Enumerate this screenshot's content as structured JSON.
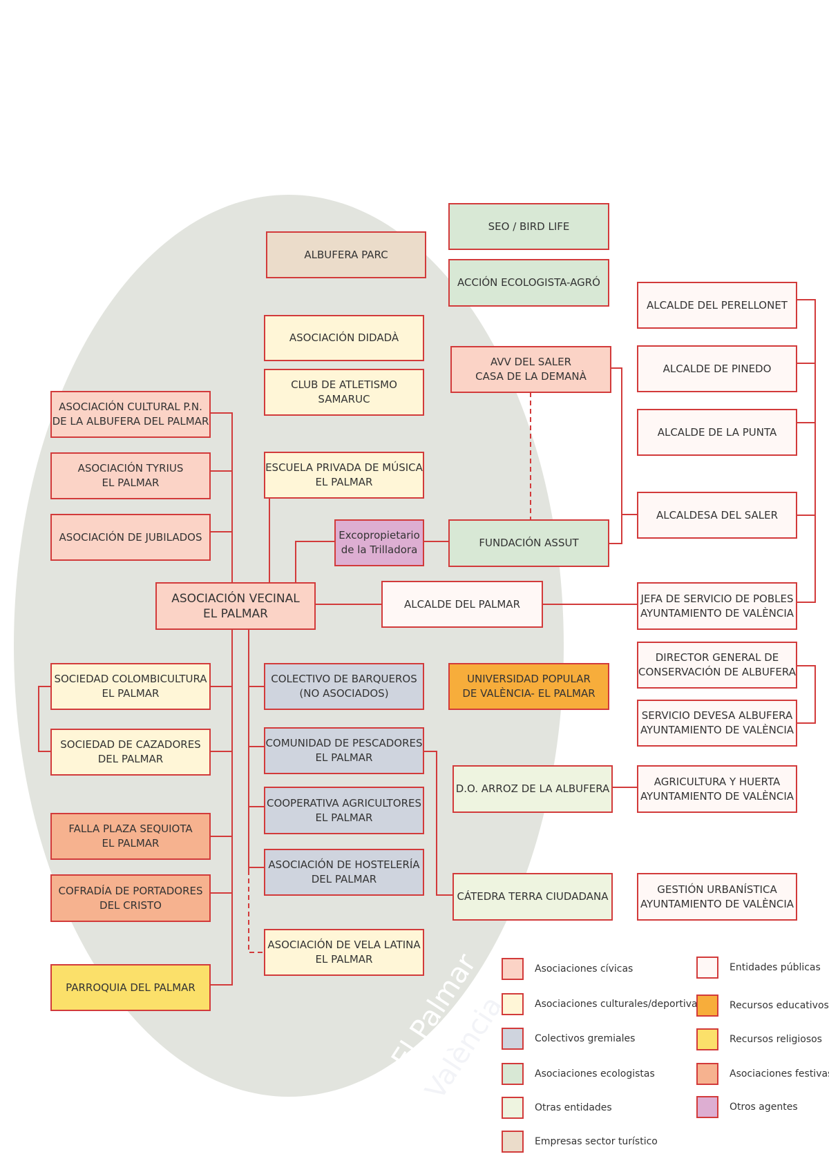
{
  "nodes": {
    "albufera_parc": [
      "ALBUFERA PARC"
    ],
    "seo_bird_life": [
      "SEO / BIRD LIFE"
    ],
    "accion_ecologista": [
      "ACCIÓN ECOLOGISTA-AGRÓ"
    ],
    "asociacion_didada": [
      "ASOCIACIÓN DIDADÀ"
    ],
    "club_atletismo": [
      "CLUB DE ATLETISMO",
      "SAMARUC"
    ],
    "avv_saler": [
      "AVV DEL SALER",
      "CASA DE LA DEMANÀ"
    ],
    "alcalde_perellonet": [
      "ALCALDE DEL PERELLONET"
    ],
    "alcalde_pinedo": [
      "ALCALDE DE PINEDO"
    ],
    "alcalde_punta": [
      "ALCALDE DE LA PUNTA"
    ],
    "alcaldesa_saler": [
      "ALCALDESA DEL SALER"
    ],
    "asoc_cultural_pn": [
      "ASOCIACIÓN CULTURAL P.N.",
      "DE LA ALBUFERA DEL PALMAR"
    ],
    "asoc_tyrius": [
      "ASOCIACIÓN TYRIUS",
      "EL PALMAR"
    ],
    "asoc_jubilados": [
      "ASOCIACIÓN DE JUBILADOS"
    ],
    "escuela_musica": [
      "ESCUELA PRIVADA DE MÚSICA",
      "EL PALMAR"
    ],
    "excopropietario": [
      "Excopropietario",
      "de la Trilladora"
    ],
    "fundacion_assut": [
      "FUNDACIÓN ASSUT"
    ],
    "asoc_vecinal": [
      "ASOCIACIÓN VECINAL",
      "EL PALMAR"
    ],
    "alcalde_palmar": [
      "ALCALDE DEL PALMAR"
    ],
    "jefa_servicio": [
      "JEFA DE SERVICIO DE POBLES",
      "AYUNTAMIENTO DE VALÈNCIA"
    ],
    "director_general": [
      "DIRECTOR GENERAL DE",
      "CONSERVACIÓN DE ALBUFERA"
    ],
    "servicio_devesa": [
      "SERVICIO DEVESA ALBUFERA",
      "AYUNTAMIENTO DE VALÈNCIA"
    ],
    "soc_colombicultura": [
      "SOCIEDAD COLOMBICULTURA",
      "EL PALMAR"
    ],
    "soc_cazadores": [
      "SOCIEDAD DE CAZADORES",
      "DEL PALMAR"
    ],
    "colectivo_barqueros": [
      "COLECTIVO DE BARQUEROS",
      "(NO ASOCIADOS)"
    ],
    "universidad_popular": [
      "UNIVERSIDAD POPULAR",
      "DE VALÈNCIA- EL PALMAR"
    ],
    "comunidad_pescadores": [
      "COMUNIDAD DE PESCADORES",
      "EL PALMAR"
    ],
    "do_arroz": [
      "D.O. ARROZ DE LA ALBUFERA"
    ],
    "agricultura_huerta": [
      "AGRICULTURA Y HUERTA",
      "AYUNTAMIENTO DE VALÈNCIA"
    ],
    "cooperativa": [
      "COOPERATIVA AGRICULTORES",
      "EL PALMAR"
    ],
    "falla_sequiota": [
      "FALLA PLAZA SEQUIOTA",
      "EL PALMAR"
    ],
    "asoc_hosteleria": [
      "ASOCIACIÓN DE HOSTELERÍA",
      "DEL PALMAR"
    ],
    "cofradia": [
      "COFRADÍA DE PORTADORES",
      "DEL CRISTO"
    ],
    "catedra": [
      "CÁTEDRA TERRA CIUDADANA"
    ],
    "gestion_urbanistica": [
      "GESTIÓN URBANÍSTICA",
      "AYUNTAMIENTO DE VALÈNCIA"
    ],
    "vela_latina": [
      "ASOCIACIÓN DE VELA LATINA",
      "EL PALMAR"
    ],
    "parroquia": [
      "PARROQUIA DEL PALMAR"
    ]
  },
  "legend": {
    "civica": "Asociaciones cívicas",
    "cultural": "Asociaciones culturales/deportivas",
    "gremial": "Colectivos gremiales",
    "eco": "Asociaciones ecologistas",
    "otras": "Otras entidades",
    "turis": "Empresas sector turístico",
    "public": "Entidades públicas",
    "edu": "Recursos educativos",
    "relig": "Recursos religiosos",
    "fest": "Asociaciones festivas",
    "otros": "Otros agentes"
  },
  "watermark": {
    "line1": "El Palmar",
    "line2": "València"
  },
  "colors": {
    "line": "#d23a3a",
    "ellipse": "#e2e4de",
    "civica": "#fbd3c6",
    "cultural": "#fff6d7",
    "gremial": "#cfd4de",
    "eco": "#d8e8d5",
    "otras": "#eef4e0",
    "turis": "#ebdcca",
    "public": "#fff8f6",
    "edu": "#f7ad3b",
    "relig": "#fbe06a",
    "fest": "#f6b28f",
    "otros": "#ddaed2"
  }
}
